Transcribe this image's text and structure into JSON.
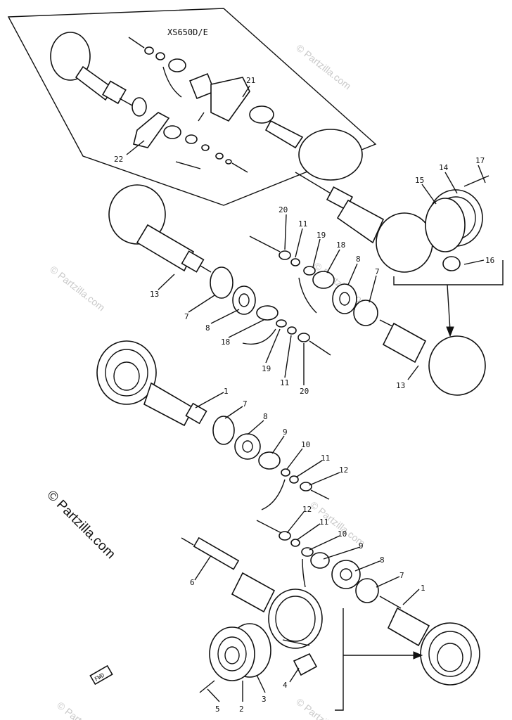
{
  "diagram": {
    "model_label": "XS650D/E",
    "watermark_main": "© Partzilla.com",
    "watermark_repeat": "© Partzilla.com",
    "fwd_label": "FWD",
    "callouts": [
      "21",
      "22",
      "17",
      "14",
      "15",
      "16",
      "20",
      "11",
      "19",
      "18",
      "8",
      "7",
      "13",
      "7",
      "8",
      "18",
      "19",
      "11",
      "20",
      "13",
      "1",
      "7",
      "8",
      "9",
      "10",
      "11",
      "12",
      "12",
      "11",
      "10",
      "9",
      "8",
      "7",
      "1",
      "6",
      "4",
      "5",
      "2",
      "3"
    ]
  }
}
